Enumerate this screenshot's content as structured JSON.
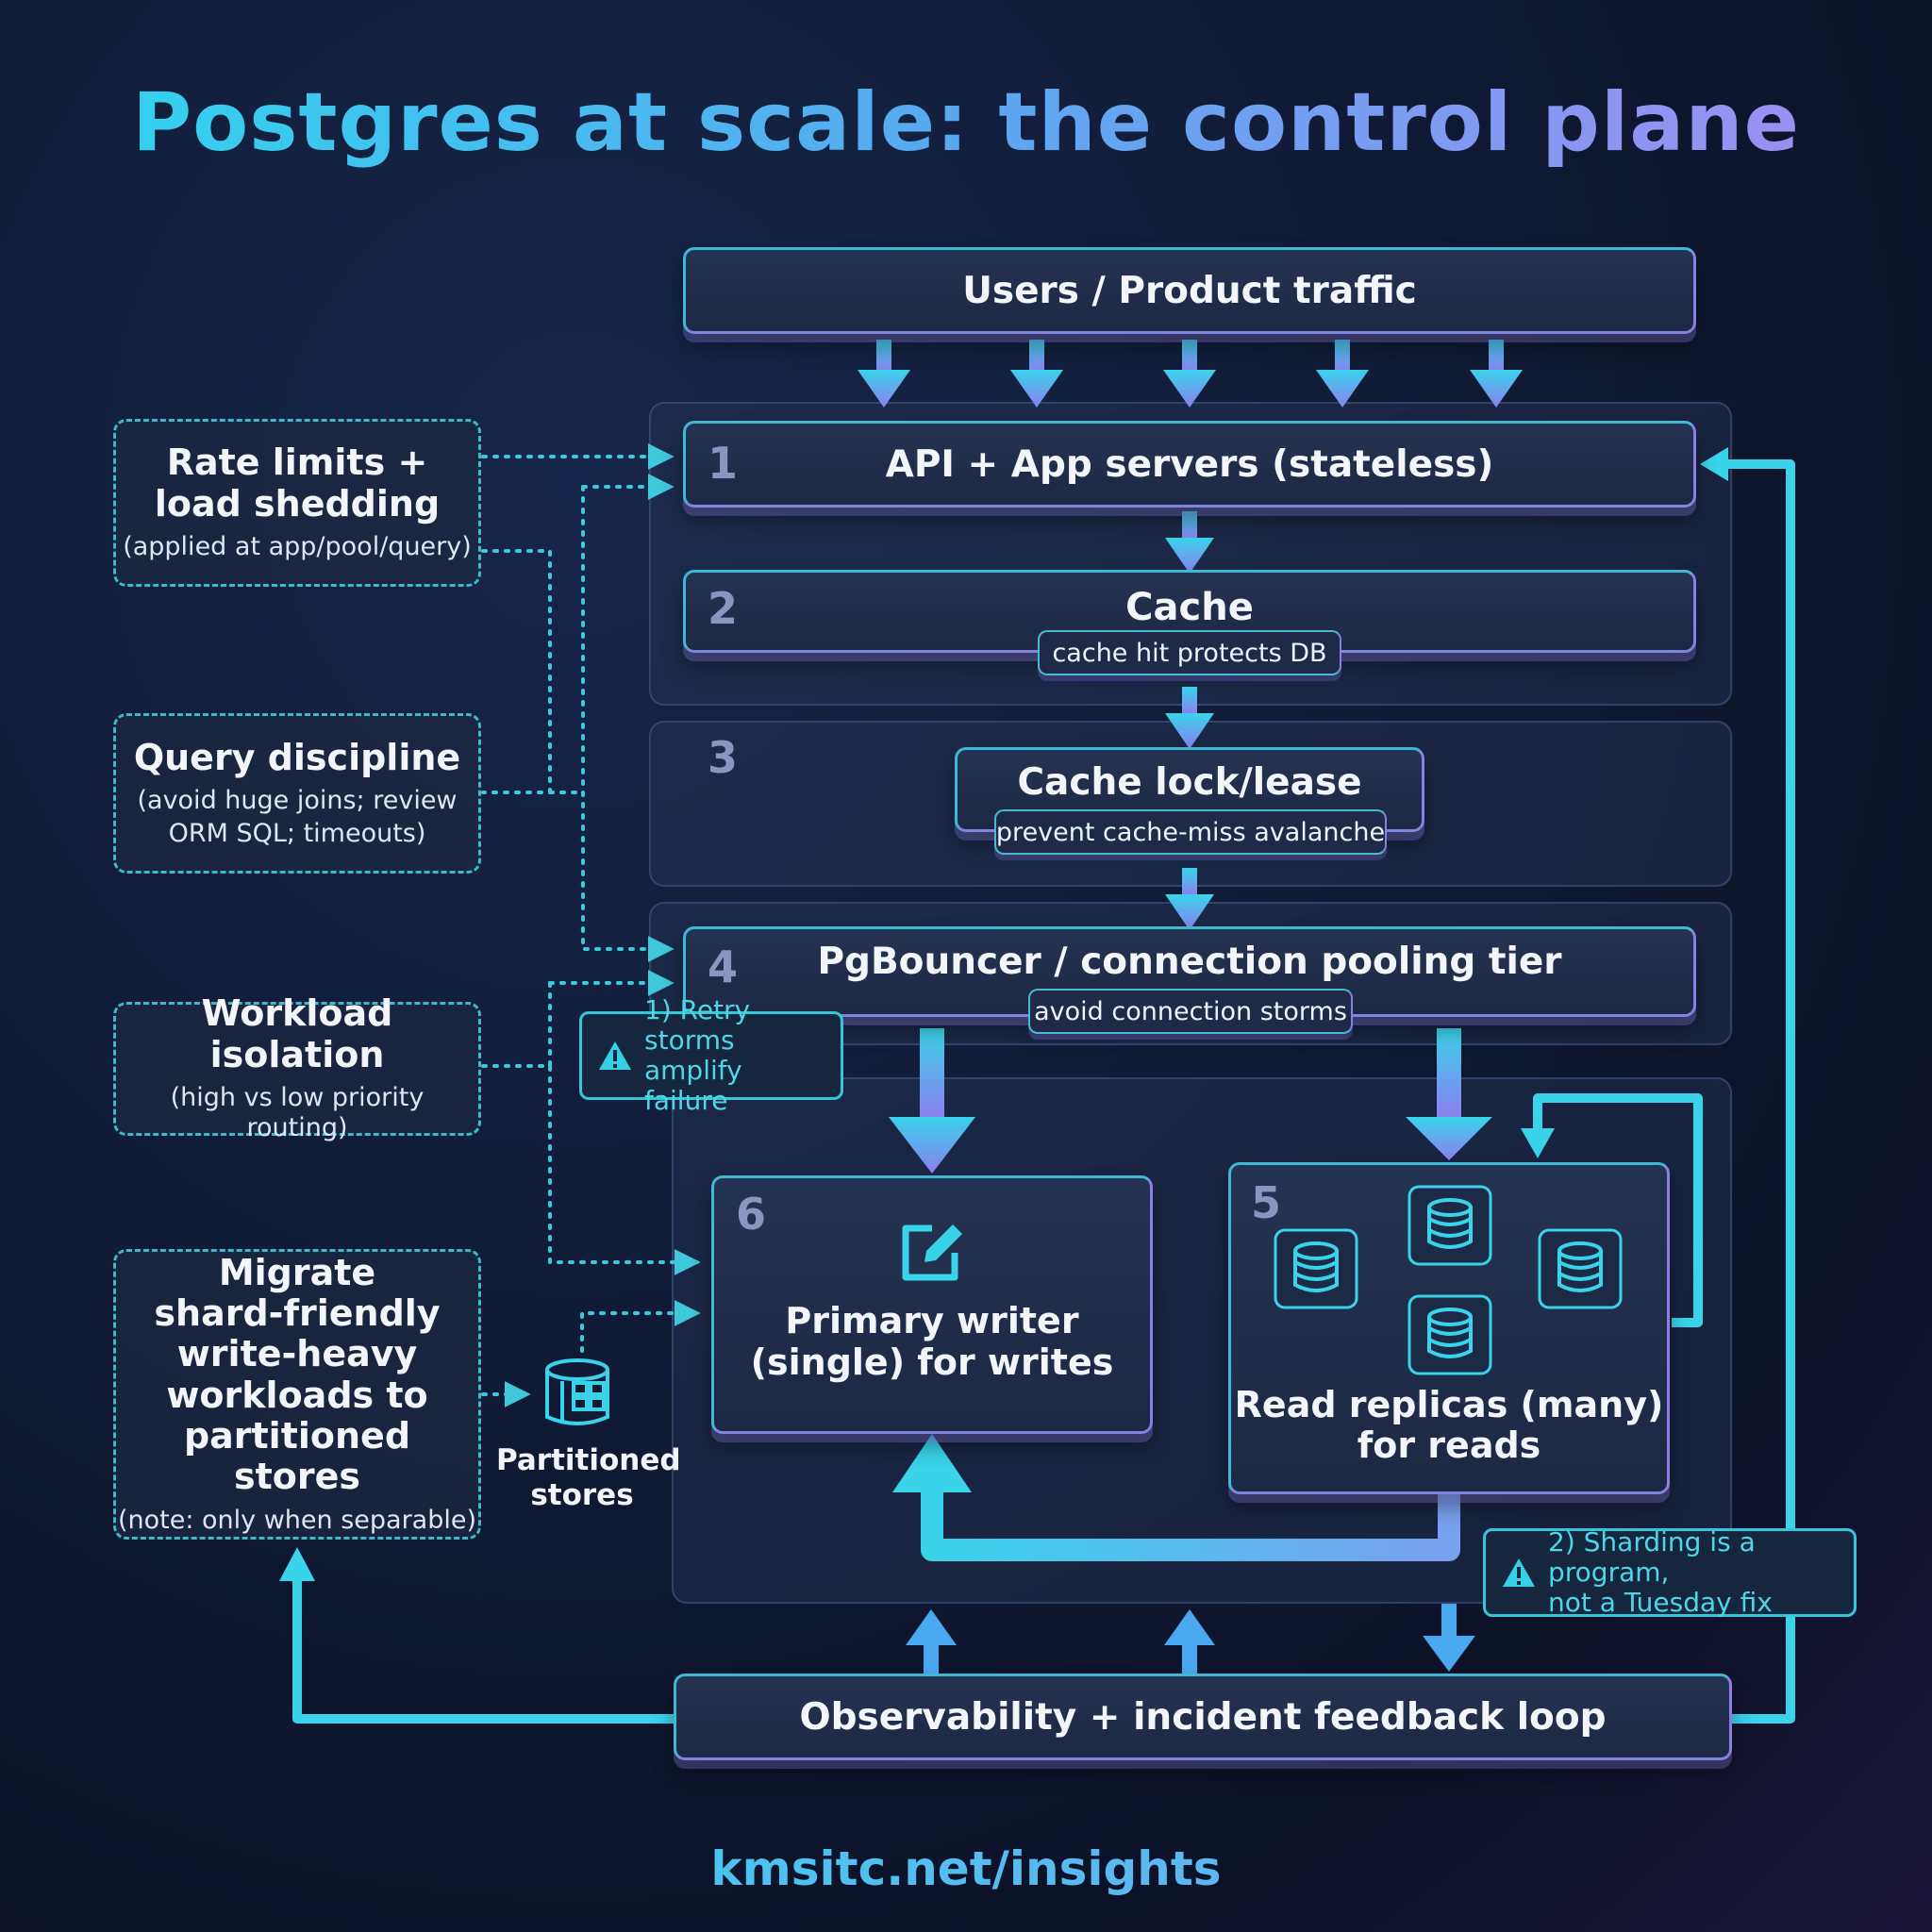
{
  "title": "Postgres at scale: the control plane",
  "top_box": "Users / Product traffic",
  "layers": {
    "api": {
      "number": "1",
      "label": "API + App servers (stateless)"
    },
    "cache": {
      "number": "2",
      "label": "Cache",
      "note": "cache hit protects DB"
    },
    "lock": {
      "number": "3",
      "label": "Cache lock/lease",
      "note": "prevent cache-miss avalanche"
    },
    "pool": {
      "number": "4",
      "label": "PgBouncer / connection pooling tier",
      "note": "avoid connection storms"
    },
    "primary": {
      "number": "6",
      "label_line1": "Primary writer",
      "label_line2": "(single) for writes"
    },
    "replicas": {
      "number": "5",
      "label_line1": "Read replicas (many)",
      "label_line2": "for reads"
    }
  },
  "side_boxes": {
    "rate": {
      "title_line1": "Rate limits +",
      "title_line2": "load shedding",
      "subtitle": "(applied at app/pool/query)"
    },
    "query": {
      "title": "Query discipline",
      "subtitle_line1": "(avoid huge joins; review",
      "subtitle_line2": "ORM SQL; timeouts)"
    },
    "workload": {
      "title": "Workload isolation",
      "subtitle": "(high vs low priority routing)"
    },
    "migrate": {
      "title_line1": "Migrate",
      "title_line2": "shard-friendly",
      "title_line3": "write-heavy",
      "title_line4": "workloads to",
      "title_line5": "partitioned stores",
      "subtitle": "(note: only when separable)"
    }
  },
  "partitioned_stores": {
    "line1": "Partitioned",
    "line2": "stores"
  },
  "warnings": {
    "retry": {
      "line1": "1) Retry storms",
      "line2": "amplify failure"
    },
    "sharding": {
      "line1": "2) Sharding is a program,",
      "line2": "not a Tuesday fix"
    }
  },
  "observability": "Observability + incident feedback loop",
  "footer": "kmsitc.net/insights",
  "colors": {
    "accent_cyan": "#35d0e6",
    "accent_blue": "#5a9ff0",
    "accent_violet": "#9a86f0",
    "background": "#101a35"
  },
  "icons": [
    "edit-icon",
    "database-icon",
    "warning-icon",
    "partitioned-store-icon"
  ]
}
